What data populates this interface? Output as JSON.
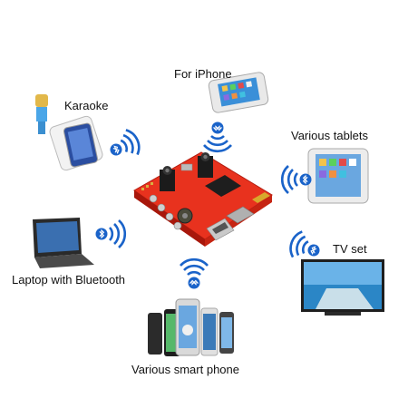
{
  "labels": {
    "iphone": "For iPhone",
    "karaoke": "Karaoke",
    "tablets": "Various tablets",
    "laptop": "Laptop with Bluetooth",
    "tv": "TV set",
    "phones": "Various smart phone"
  },
  "icons": [
    "bluetooth-icon",
    "wireless-waves-icon"
  ],
  "colors": {
    "board": "#e8321e",
    "bluetooth_badge": "#1a63c9",
    "waves": "#1a63c9",
    "usb": "#c9c9c9",
    "jack": "#1b1b1b"
  }
}
